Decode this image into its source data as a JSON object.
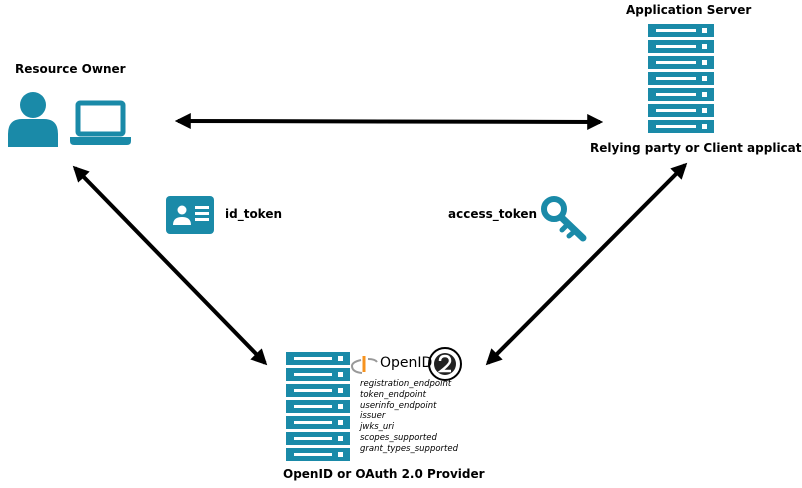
{
  "nodes": {
    "resource_owner": {
      "label": "Resource Owner"
    },
    "application_server": {
      "label": "Application Server",
      "caption": "Relying party or Client application"
    },
    "provider": {
      "label": "OpenID or OAuth 2.0 Provider",
      "openid_mark": "OpenID",
      "endpoints": [
        "registration_endpoint",
        "token_endpoint",
        "userinfo_endpoint",
        "issuer",
        "jwks_uri",
        "scopes_supported",
        "grant_types_supported"
      ]
    }
  },
  "tokens": {
    "id_token": {
      "label": "id_token",
      "icon": "id-card-icon"
    },
    "access_token": {
      "label": "access_token",
      "icon": "key-icon"
    }
  },
  "colors": {
    "accent": "#1a8aa8",
    "arrow": "#000000"
  }
}
